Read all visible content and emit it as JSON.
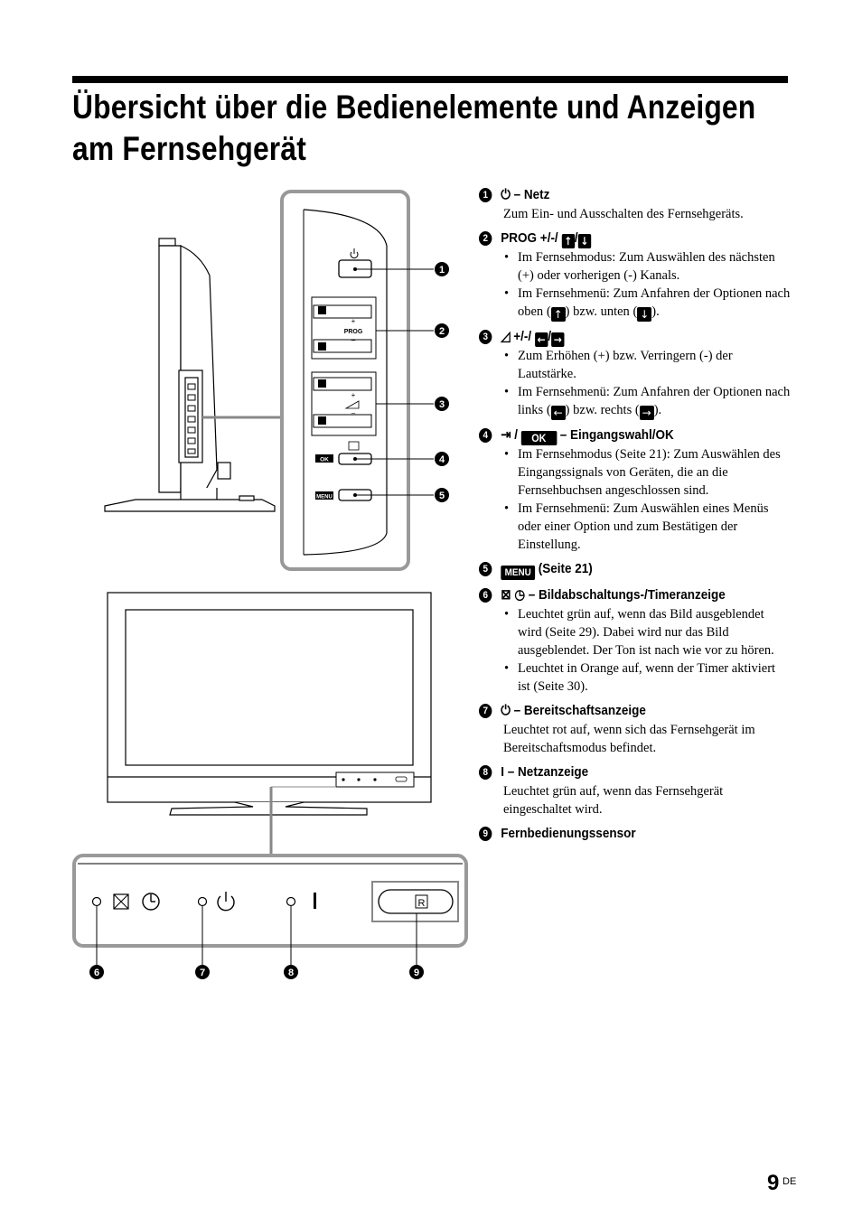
{
  "page": {
    "title_line1": "Übersicht über die Bedienelemente und Anzeigen",
    "title_line2": "am Fernsehgerät",
    "page_number": "9",
    "page_lang": "DE"
  },
  "diagram": {
    "prog_label": "PROG",
    "plus": "+",
    "minus": "–",
    "ok_label": "OK",
    "menu_label": "MENU",
    "callouts": [
      "1",
      "2",
      "3",
      "4",
      "5",
      "6",
      "7",
      "8",
      "9"
    ]
  },
  "items": [
    {
      "num": "1",
      "heading": "– Netz",
      "icon": "power-icon",
      "text": "Zum Ein- und Ausschalten des Fernsehgeräts."
    },
    {
      "num": "2",
      "heading": "PROG +/-/",
      "icon": "prog-icon",
      "bullets": [
        "Im Fernsehmodus: Zum Auswählen des nächsten (+) oder vorherigen (-) Kanals.",
        "Im Fernsehmenü: Zum Anfahren der Optionen nach oben",
        "bzw. unten"
      ]
    },
    {
      "num": "3",
      "heading": "+/-/",
      "icon": "volume-icon",
      "bullets": [
        "Zum Erhöhen (+) bzw. Verringern (-) der Lautstärke.",
        "Im Fernsehmenü: Zum Anfahren der Optionen nach links",
        "bzw. rechts"
      ]
    },
    {
      "num": "4",
      "heading": "– Eingangswahl/OK",
      "icon": "input-icon",
      "bullets": [
        "Im Fernsehmodus (Seite 21): Zum Auswählen des Eingangssignals von Geräten, die an die Fernsehbuchsen angeschlossen sind.",
        "Im Fernsehmenü: Zum Auswählen eines Menüs oder einer Option und zum Bestätigen der Einstellung."
      ]
    },
    {
      "num": "5",
      "heading": "(Seite 21)",
      "icon": "menu-icon"
    },
    {
      "num": "6",
      "heading": "– Bildabschaltungs-/Timeranzeige",
      "icon": "picture-off-timer-icon",
      "bullets": [
        "Leuchtet grün auf, wenn das Bild ausgeblendet wird (Seite 29). Dabei wird nur das Bild ausgeblendet. Der Ton ist nach wie vor zu hören.",
        "Leuchtet in Orange auf, wenn der Timer aktiviert ist (Seite 30)."
      ]
    },
    {
      "num": "7",
      "heading": "– Bereitschaftsanzeige",
      "icon": "standby-icon",
      "text": "Leuchtet rot auf, wenn sich das Fernsehgerät im Bereitschaftsmodus befindet."
    },
    {
      "num": "8",
      "heading": "I – Netzanzeige",
      "icon": "",
      "text": "Leuchtet grün auf, wenn das Fernsehgerät eingeschaltet wird."
    },
    {
      "num": "9",
      "heading": "Fernbedienungssensor",
      "icon": ""
    }
  ]
}
